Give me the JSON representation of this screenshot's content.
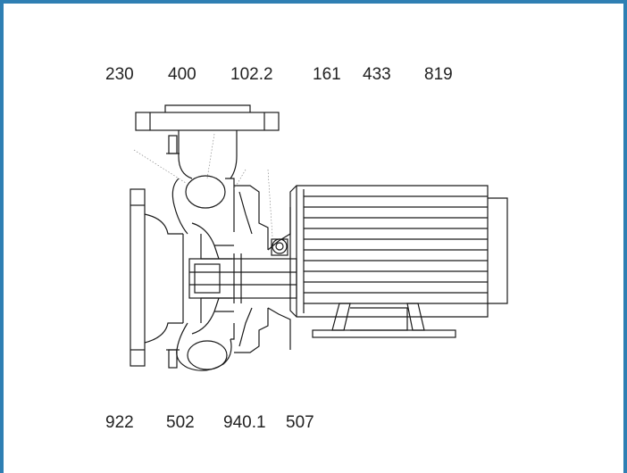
{
  "diagram": {
    "colors": {
      "frame": "#2f7fb3",
      "line": "#1a1a1a",
      "text": "#222222"
    },
    "top_labels": [
      "230",
      "400",
      "102.2",
      "161",
      "433",
      "819"
    ],
    "bottom_labels": [
      "922",
      "502",
      "940.1",
      "507"
    ]
  }
}
